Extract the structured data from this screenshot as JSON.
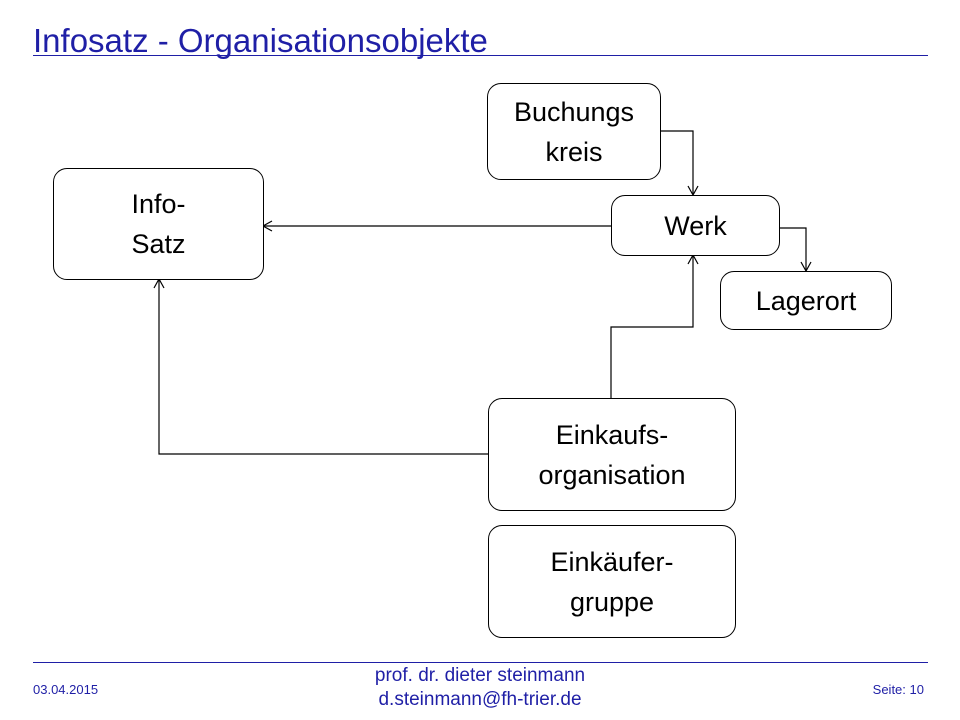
{
  "title": "Infosatz - Organisationsobjekte",
  "nodes": {
    "infosatz": {
      "line1": "Info-",
      "line2": "Satz"
    },
    "buchungskreis": {
      "line1": "Buchungs",
      "line2": "kreis"
    },
    "werk": {
      "label": "Werk"
    },
    "lagerort": {
      "label": "Lagerort"
    },
    "einkaufsorganisation": {
      "line1": "Einkaufs-",
      "line2": "organisation"
    },
    "einkaeufergruppe": {
      "line1": "Einkäufer-",
      "line2": "gruppe"
    }
  },
  "footer": {
    "date": "03.04.2015",
    "author_line1": "prof. dr. dieter steinmann",
    "author_line2": "d.steinmann@fh-trier.de",
    "page_label": "Seite:",
    "page_number": "10"
  },
  "colors": {
    "accent": "#1f1fa6",
    "line": "#000000"
  }
}
